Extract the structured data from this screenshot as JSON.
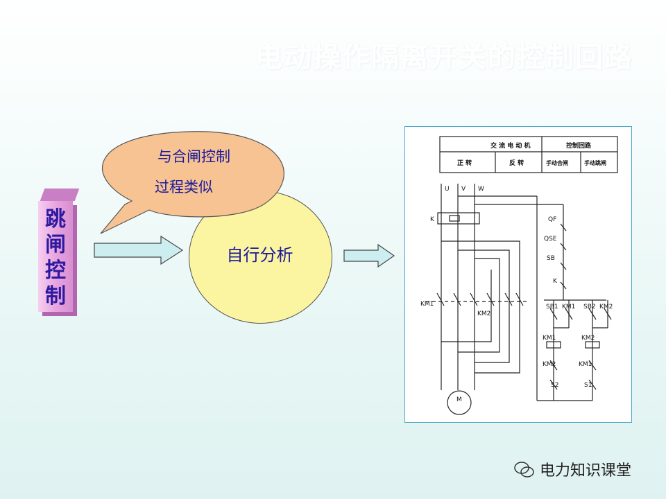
{
  "slide": {
    "title": "电动操作隔离开关的控制回路",
    "side_label": "跳\n闸\n控\n制",
    "center_label": "自行分析",
    "bubble_line1": "与合闸控制",
    "bubble_line2": "过程类似"
  },
  "circuit": {
    "header_left": "交 流 电 动 机",
    "header_right": "控制回路",
    "sub_forward": "正 转",
    "sub_reverse": "反 转",
    "sub_manual_close": "手动合闸",
    "sub_manual_trip": "手动跳闸",
    "phase_u": "U",
    "phase_v": "V",
    "phase_w": "W",
    "k_label": "K",
    "qf": "QF",
    "qse": "QSE",
    "sb": "SB",
    "k2": "K",
    "km1": "KM1",
    "km2": "KM2",
    "sb1": "SB1",
    "km1_top": "KM1",
    "sb2": "SB2",
    "km2_top": "KM2",
    "coil_km1": "KM1",
    "coil_km2": "KM2",
    "int_km2": "KM2",
    "int_km1": "KM1",
    "s2": "S2",
    "s1": "S1",
    "motor": "M"
  },
  "watermark": {
    "text": "电力知识课堂"
  },
  "colors": {
    "bubble_fill": "#f7c392",
    "circle_fill": "#fbf4a0",
    "arrow_fill": "#cdeef0",
    "label_text": "#1a1a9a"
  }
}
